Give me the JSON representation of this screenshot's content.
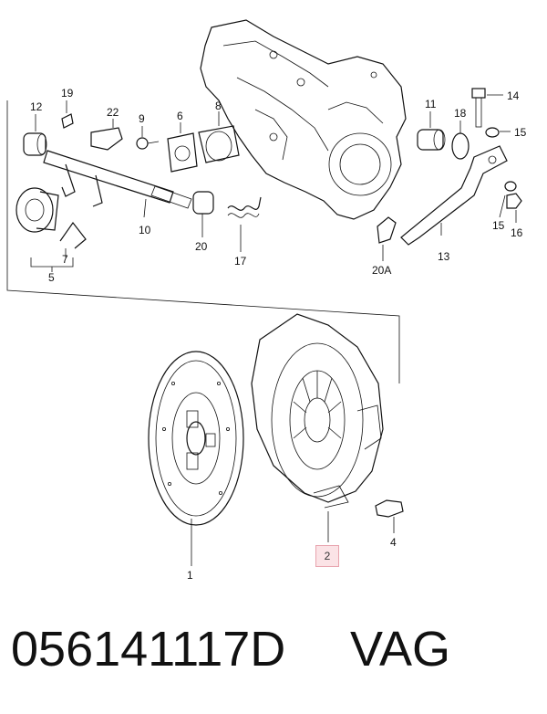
{
  "diagram": {
    "labels": {
      "l1": "1",
      "l2": "2",
      "l4": "4",
      "l5": "5",
      "l6": "6",
      "l7": "7",
      "l8": "8",
      "l9": "9",
      "l10": "10",
      "l11": "11",
      "l12": "12",
      "l13": "13",
      "l14": "14",
      "l15a": "15",
      "l15b": "15",
      "l16": "16",
      "l17": "17",
      "l18": "18",
      "l19": "19",
      "l20": "20",
      "l20a": "20A",
      "l22": "22"
    },
    "highlighted_label": "2",
    "highlight_color": "#fbe3e6"
  },
  "footer": {
    "part_number": "056141117D",
    "brand": "VAG"
  }
}
